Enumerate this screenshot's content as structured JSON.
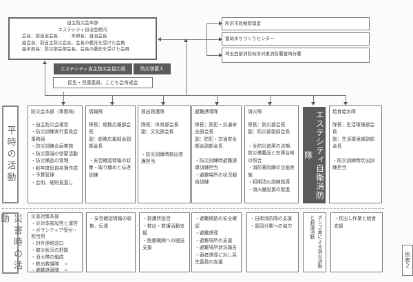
{
  "hq": {
    "title": "自主防災会本部",
    "location": "エステシティ自治会館内",
    "lines": [
      "会長：前自治会長　　　本部長：自治会長",
      "副会長：前自主防災会長、会長の委託を受けた会員",
      "副本部長：防災部会部会長、会長の委託を受けた会員"
    ]
  },
  "support": {
    "cooperators": "エステシティ自主防災会協力員",
    "advisor": "防災啓蒙人",
    "welfare": "民生・児童委員、こども会育成会"
  },
  "external": [
    "所沢市危機管理室",
    "富岡まちづくりセンター",
    "埼玉西部消防局所沢東消防署富岡分署"
  ],
  "normal_label": "平時の活動",
  "disaster_label": "災害時の活動",
  "columns": [
    {
      "title": "防災会本部（事務局）",
      "roles": [],
      "normal": [
        "・自主防災会運営",
        "・防災訓練実行委員会事務局",
        "・防災訓練企画実施",
        "・防災意識の啓蒙活動",
        "・防災備品の管理",
        "・新年度役員名簿作成",
        "・予算管理",
        "・会則、細則見直し"
      ],
      "disaster": [
        "災害対策本部",
        "・災対本部設営と運営",
        "・ボランティア受付・割当割",
        "・対外連絡窓口",
        "・被災状況の把握",
        "・消火隊の編成",
        "・救出救護隊　〃",
        "・避難誘導隊　〃"
      ]
    },
    {
      "title": "情報隊",
      "roles": [
        "隊長：総務広報部会長",
        "副：総務広報部会副部会長"
      ],
      "normal": [
        "・安否確認情報の収集・取り纏めと伝達訓練"
      ],
      "disaster": [
        "・安否確認情報の収集、伝達"
      ]
    },
    {
      "title": "救出救護隊",
      "roles": [
        "隊長：体育部会長",
        "副：文化部会長"
      ],
      "normal": [
        "・防災訓練時救出救護担当"
      ],
      "disaster": [
        "・救護所設営",
        "・救出・救護活動支援",
        "・医療機関への搬送支援"
      ]
    },
    {
      "title": "避難誘導隊",
      "roles": [
        "隊長：防犯・交通安全部会長",
        "副：防犯・交通安全部会副部会長"
      ],
      "normal": [
        "・防災訓練時避難誘導訓練担当",
        "・避難場所の状況報告訓練"
      ],
      "disaster": [
        "・避難経路の安全確認",
        "・避難誘導",
        "・避難場所の支援",
        "・避難場所状況報告",
        "・弱者誘導に対し民生委員の支援"
      ]
    },
    {
      "title": "消火隊",
      "roles": [
        "隊長：防災部会長",
        "副：防災部副部会長"
      ],
      "normal": [
        "・全防災倉庫の点検、防災備蓄品と在庫台帳の照合",
        "・消防署訓練の企画実施",
        "・初期消火訓練指導",
        "・消火器設置の促進"
      ],
      "disaster": [
        "・自衛消防隊の支援",
        "・富岡分署への協力"
      ]
    },
    {
      "title": "エステシティ自衛消防隊",
      "roles": [],
      "normal": [],
      "disaster": [
        "ポンプ車による消火活動と救援活動"
      ]
    },
    {
      "title": "給食給水隊",
      "roles": [
        "隊長：生活環境部会長",
        "副：生活環境部副部会長"
      ],
      "normal": [
        "・防災訓練時炊出訓練担当"
      ],
      "disaster": [
        "・炊出し作業と給食支援"
      ]
    }
  ],
  "side_tab": "別表2"
}
